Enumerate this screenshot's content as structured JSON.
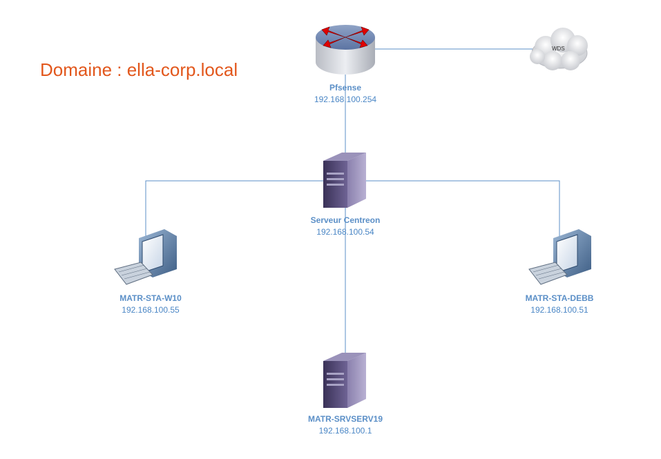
{
  "domain_title": "Domaine : ella-corp.local",
  "cloud": {
    "label": "WDS",
    "icon": "cloud-icon"
  },
  "nodes": [
    {
      "id": "pfsense",
      "name": "Pfsense",
      "ip": "192.168.100.254",
      "icon": "router-icon"
    },
    {
      "id": "centreon",
      "name": "Serveur Centreon",
      "ip": "192.168.100.54",
      "icon": "server-tower-icon"
    },
    {
      "id": "w10",
      "name": "MATR-STA-W10",
      "ip": "192.168.100.55",
      "icon": "workstation-icon"
    },
    {
      "id": "debb",
      "name": "MATR-STA-DEBB",
      "ip": "192.168.100.51",
      "icon": "workstation-icon"
    },
    {
      "id": "srvserv19",
      "name": "MATR-SRVSERV19",
      "ip": "192.168.100.1",
      "icon": "server-tower-icon"
    }
  ],
  "links": [
    {
      "from": "pfsense",
      "to": "cloud"
    },
    {
      "from": "pfsense",
      "to": "centreon"
    },
    {
      "from": "centreon",
      "to": "w10"
    },
    {
      "from": "centreon",
      "to": "debb"
    },
    {
      "from": "centreon",
      "to": "srvserv19"
    }
  ],
  "colors": {
    "connector": "#5b8fc7",
    "title": "#e2571c",
    "router_arrows": "#e00000",
    "server_body": "#4a3f6b"
  }
}
